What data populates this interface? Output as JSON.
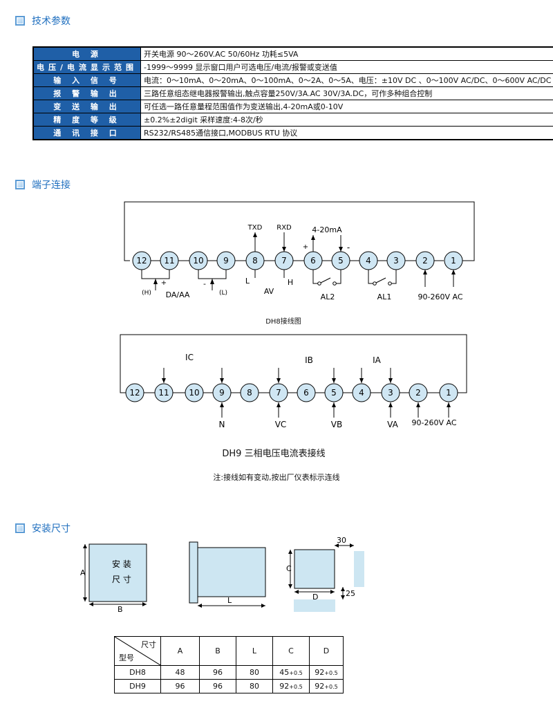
{
  "sections": {
    "tech": "技术参数",
    "terminal": "端子连接",
    "install": "安装尺寸"
  },
  "spec_rows": [
    {
      "key": "电 源",
      "value": "开关电源  90～260V.AC    50/60Hz   功耗≤5VA"
    },
    {
      "key": "电压/电流显示范围",
      "value": "-1999～9999 显示窗口用户可选电压/电流/报警或变送值"
    },
    {
      "key": "输 入 信 号",
      "value": "电流：0～10mA、0～20mA、0～100mA、0～2A、0～5A、电压：±10V DC 、0～100V AC/DC、0～600V AC/DC"
    },
    {
      "key": "报 警 输 出",
      "value": "三路任意组态继电器报警输出,触点容量250V/3A.AC    30V/3A.DC，可作多种组合控制"
    },
    {
      "key": "变 送 输 出",
      "value": "可任选一路任意量程范围值作为变送输出,4-20mA或0-10V"
    },
    {
      "key": "精 度 等 级",
      "value": "±0.2%±2digit   采样速度:4-8次/秒"
    },
    {
      "key": "通 讯 接 口",
      "value": "RS232/RS485通信接口,MODBUS RTU 协议"
    }
  ],
  "dh8": {
    "terminals": [
      "12",
      "11",
      "10",
      "9",
      "8",
      "7",
      "6",
      "5",
      "4",
      "3",
      "2",
      "1"
    ],
    "labels": {
      "txd": "TXD",
      "rxd": "RXD",
      "ma": "4-20mA",
      "plus": "+",
      "minus": "-",
      "h_paren": "(H)",
      "plus2": "+",
      "da": "DA/AA",
      "minus2": "-",
      "l_paren": "(L)",
      "l": "L",
      "av": "AV",
      "h": "H",
      "al2": "AL2",
      "al1": "AL1",
      "power": "90-260V AC"
    },
    "caption": "DH8接线图"
  },
  "dh9": {
    "terminals": [
      "12",
      "11",
      "10",
      "9",
      "8",
      "7",
      "6",
      "5",
      "4",
      "3",
      "2",
      "1"
    ],
    "labels": {
      "ic": "IC",
      "ib": "IB",
      "ia": "IA",
      "n": "N",
      "vc": "VC",
      "vb": "VB",
      "va": "VA",
      "power": "90-260V AC"
    },
    "caption": "DH9 三相电压电流表接线"
  },
  "note": "注:接线如有变动,按出厂仪表标示连线",
  "install": {
    "front_text_1": "安 装",
    "front_text_2": "尺 寸",
    "dim_a": "A",
    "dim_b": "B",
    "dim_l": "L",
    "dim_c": "C",
    "dim_d": "D",
    "dim_30": "30",
    "dim_25": "25"
  },
  "dim_table": {
    "corner_top": "尺寸",
    "corner_bottom": "型号",
    "headers": [
      "A",
      "B",
      "L",
      "C",
      "D"
    ],
    "rows": [
      {
        "model": "DH8",
        "a": "48",
        "b": "96",
        "l": "80",
        "c": "45",
        "c_tol": "+0.5",
        "d": "92",
        "d_tol": "+0.5"
      },
      {
        "model": "DH9",
        "a": "96",
        "b": "96",
        "l": "80",
        "c": "92",
        "c_tol": "+0.5",
        "d": "92",
        "d_tol": "+0.5"
      }
    ]
  },
  "colors": {
    "accent": "#1f6fbf",
    "header_bg": "#1f5fa7",
    "terminal_fill": "#cfe6f3",
    "panel_fill": "#cde6f2"
  }
}
